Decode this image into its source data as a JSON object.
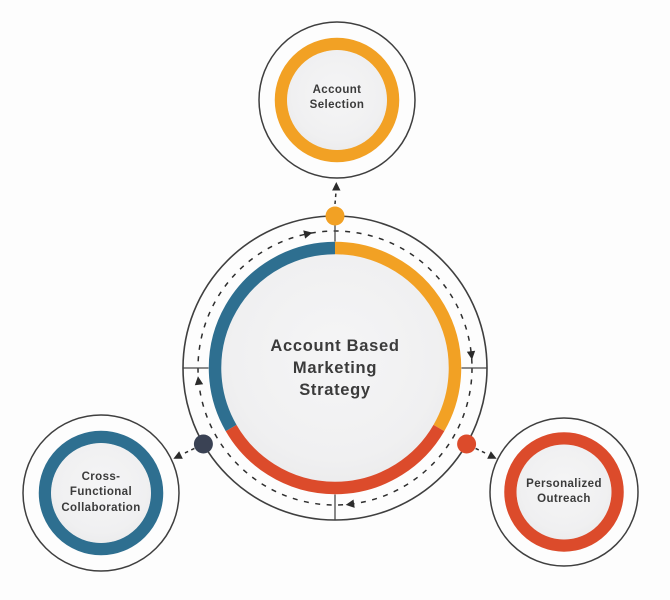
{
  "diagram": {
    "hub": {
      "title_lines": [
        "Account Based",
        "Marketing",
        "Strategy"
      ]
    },
    "nodes": [
      {
        "id": "account-selection",
        "label_lines": [
          "Account",
          "Selection"
        ],
        "color": "#F2A124"
      },
      {
        "id": "cross-functional-collaboration",
        "label_lines": [
          "Cross-",
          "Functional",
          "Collaboration"
        ],
        "color": "#2E6F90"
      },
      {
        "id": "personalized-outreach",
        "label_lines": [
          "Personalized",
          "Outreach"
        ],
        "color": "#DC4B2B"
      }
    ],
    "colors": {
      "orange": "#F2A124",
      "teal": "#2E6F90",
      "red": "#DC4B2B",
      "navy": "#3A4254",
      "outline": "#3F3F3F",
      "dash": "#2E2E2E",
      "arrow": "#2B2B2B",
      "text": "#3B3B3B",
      "circle_fill": "#F0F0F1",
      "background": "#FDFDFD"
    }
  }
}
